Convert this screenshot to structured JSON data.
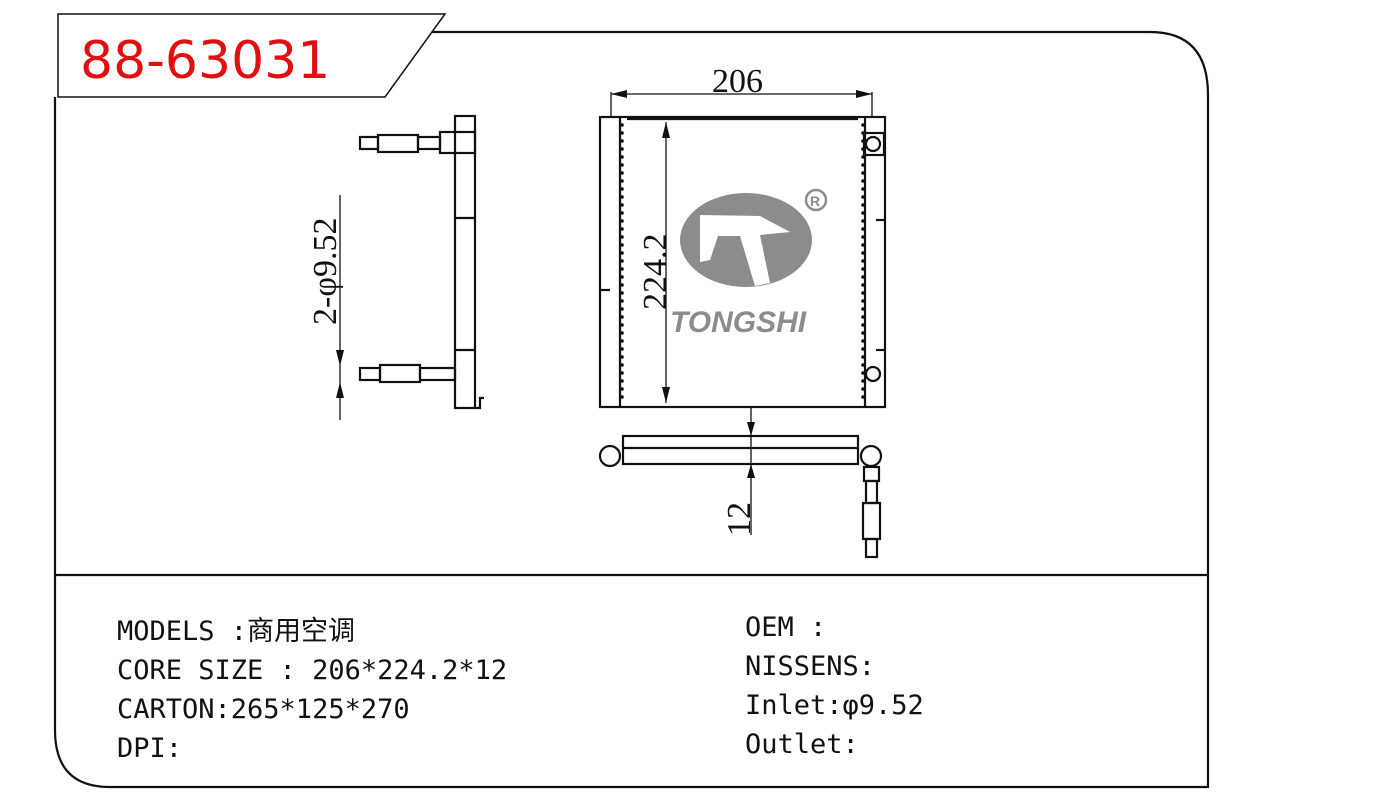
{
  "title": "88-63031",
  "colors": {
    "title": "#e01010",
    "logo": "#8c8c8c",
    "line": "#111111"
  },
  "dimensions": {
    "width": "206",
    "height": "224.2",
    "thickness": "12",
    "pipe": "2-φ9.52"
  },
  "logo": {
    "brand": "TONGSHI",
    "registered": "R"
  },
  "specs_left": [
    "MODELS :商用空调",
    "CORE SIZE : 206*224.2*12",
    "CARTON:265*125*270",
    "DPI:"
  ],
  "specs_right": [
    "OEM :",
    "NISSENS:",
    "Inlet:φ9.52",
    "Outlet:"
  ]
}
